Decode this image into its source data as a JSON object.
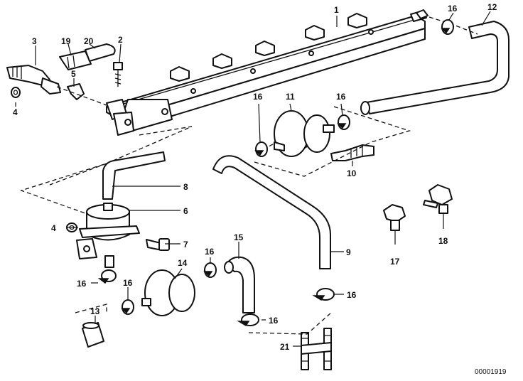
{
  "callouts": {
    "c1": "1",
    "c2": "2",
    "c3": "3",
    "c4a": "4",
    "c4b": "4",
    "c5": "5",
    "c6": "6",
    "c7": "7",
    "c8": "8",
    "c9": "9",
    "c10": "10",
    "c11": "11",
    "c12": "12",
    "c13": "13",
    "c14": "14",
    "c15": "15",
    "c16a": "16",
    "c16b": "16",
    "c16c": "16",
    "c16d": "16",
    "c16e": "16",
    "c16f": "16",
    "c16g": "16",
    "c16h": "16",
    "c17": "17",
    "c18": "18",
    "c19": "19",
    "c20": "20",
    "c21": "21"
  },
  "diagram_ref": "00001919",
  "colors": {
    "line": "#111111",
    "background": "#ffffff"
  }
}
